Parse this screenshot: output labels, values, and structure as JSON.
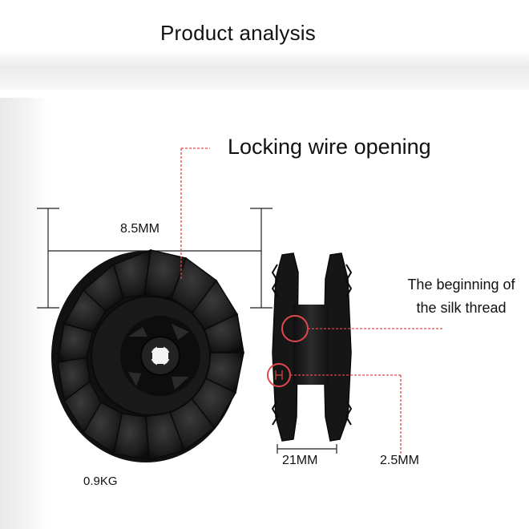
{
  "header": {
    "title": "Product analysis"
  },
  "callouts": {
    "locking_wire_opening": "Locking wire opening",
    "silk_thread_line1": "The beginning of",
    "silk_thread_line2": "the silk thread"
  },
  "dimensions": {
    "width": "8.5MM",
    "thickness": "21MM",
    "rim": "2.5MM",
    "weight": "0.9KG"
  },
  "colors": {
    "spool": "#1c1c1c",
    "annotation": "#e0474c"
  },
  "icons": [
    "wire-spool-front-view",
    "wire-spool-side-view"
  ]
}
